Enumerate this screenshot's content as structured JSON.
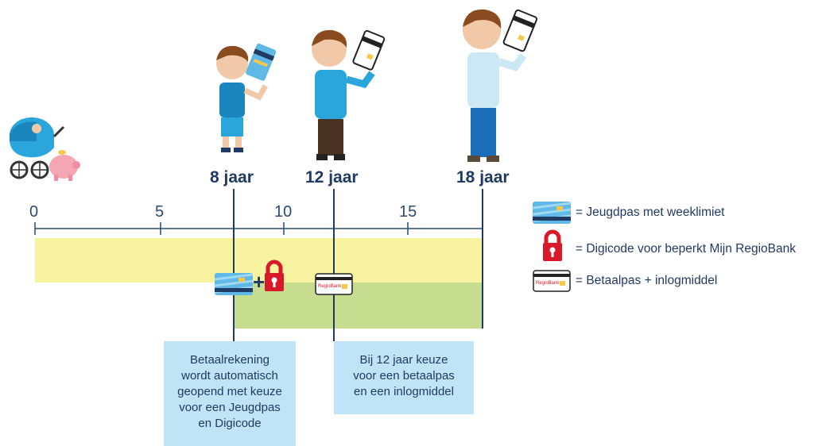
{
  "ages": {
    "age8": "8 jaar",
    "age12": "12 jaar",
    "age18": "18 jaar"
  },
  "axis": {
    "ticks": [
      "0",
      "5",
      "10",
      "15"
    ]
  },
  "notes": {
    "note8": [
      "Betaalrekening",
      "wordt automatisch",
      "geopend met keuze",
      "voor een Jeugdpas",
      "en Digicode"
    ],
    "note12": [
      "Bij 12 jaar keuze",
      "voor een betaalpas",
      "en een inlogmiddel"
    ]
  },
  "legend": {
    "jeugdpas": "= Jeugdpas met weeklimiet",
    "digicode": "= Digicode voor beperkt Mijn RegioBank",
    "betaalpas": "= Betaalpas + inlogmiddel"
  },
  "card_brand": "RegioBank",
  "plus_sign": "+",
  "colors": {
    "navy": "#1f3a63",
    "yellow_band": "#f8f3a0",
    "green_band": "#c6dd8f",
    "note_bg": "#bfe4f5",
    "lock_red": "#d8192a",
    "shirt_blue": "#2aa6dc",
    "light_shirt": "#cde8f5"
  }
}
